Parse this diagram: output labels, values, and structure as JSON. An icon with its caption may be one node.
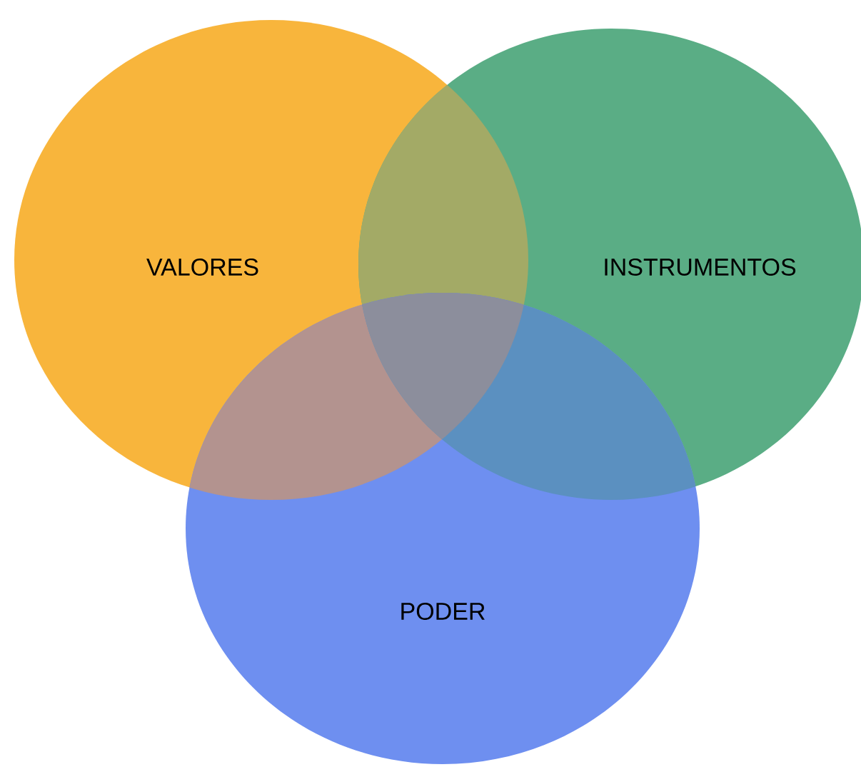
{
  "diagram": {
    "nodes": [
      {
        "text": [
          "VALORES"
        ]
      },
      {
        "text": [
          "INSTRUMENTOS"
        ]
      },
      {
        "text": [
          "PODER"
        ]
      }
    ]
  }
}
